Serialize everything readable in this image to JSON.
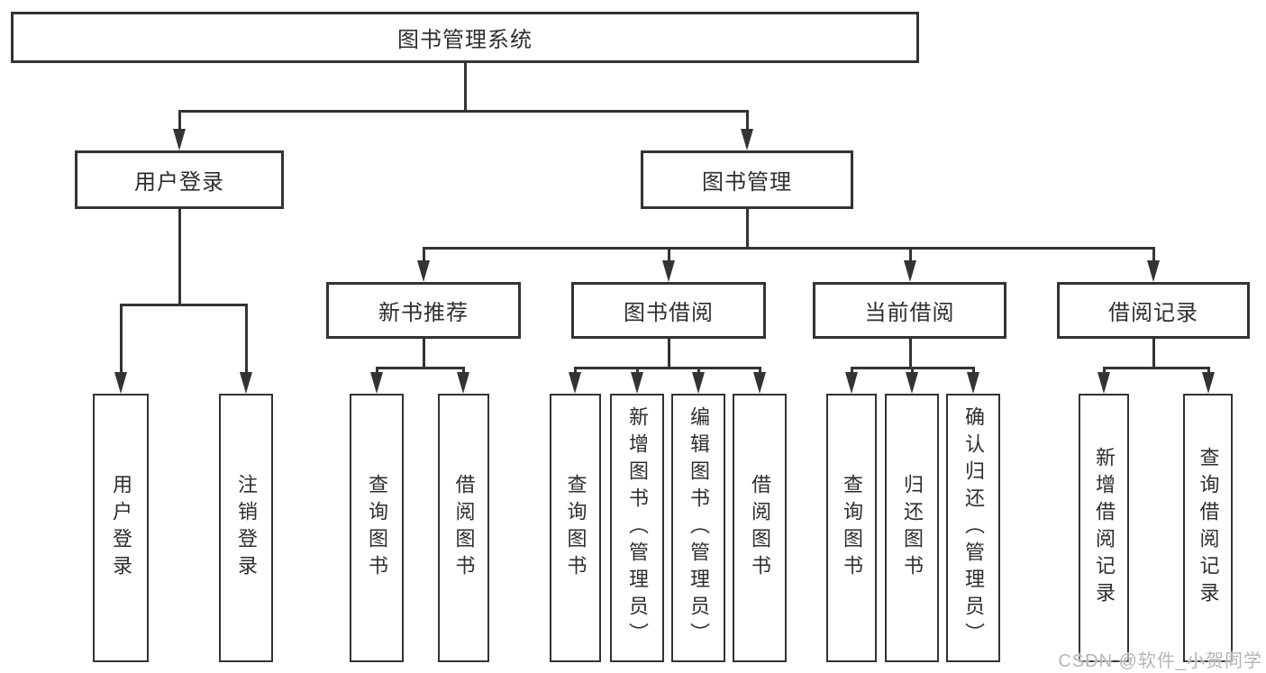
{
  "diagram_title": "图书管理系统",
  "colors": {
    "line": "#333333",
    "box_border": "#333333",
    "box_background": "#ffffff",
    "text": "#2e2e2e",
    "watermark": "#b5b5b5"
  },
  "tree": {
    "root": {
      "label": "图书管理系统",
      "children": [
        {
          "label": "用户登录",
          "children": [
            {
              "label": "用户登录"
            },
            {
              "label": "注销登录"
            }
          ]
        },
        {
          "label": "图书管理",
          "children": [
            {
              "label": "新书推荐",
              "children": [
                {
                  "label": "查询图书"
                },
                {
                  "label": "借阅图书"
                }
              ]
            },
            {
              "label": "图书借阅",
              "children": [
                {
                  "label": "查询图书"
                },
                {
                  "label": "新增图书（管理员）"
                },
                {
                  "label": "编辑图书（管理员）"
                },
                {
                  "label": "借阅图书"
                }
              ]
            },
            {
              "label": "当前借阅",
              "children": [
                {
                  "label": "查询图书"
                },
                {
                  "label": "归还图书"
                },
                {
                  "label": "确认归还（管理员）"
                }
              ]
            },
            {
              "label": "借阅记录",
              "children": [
                {
                  "label": "新增借阅记录"
                },
                {
                  "label": "查询借阅记录"
                }
              ]
            }
          ]
        }
      ]
    }
  },
  "watermark": {
    "text": "CSDN @软件_小贺同学"
  }
}
